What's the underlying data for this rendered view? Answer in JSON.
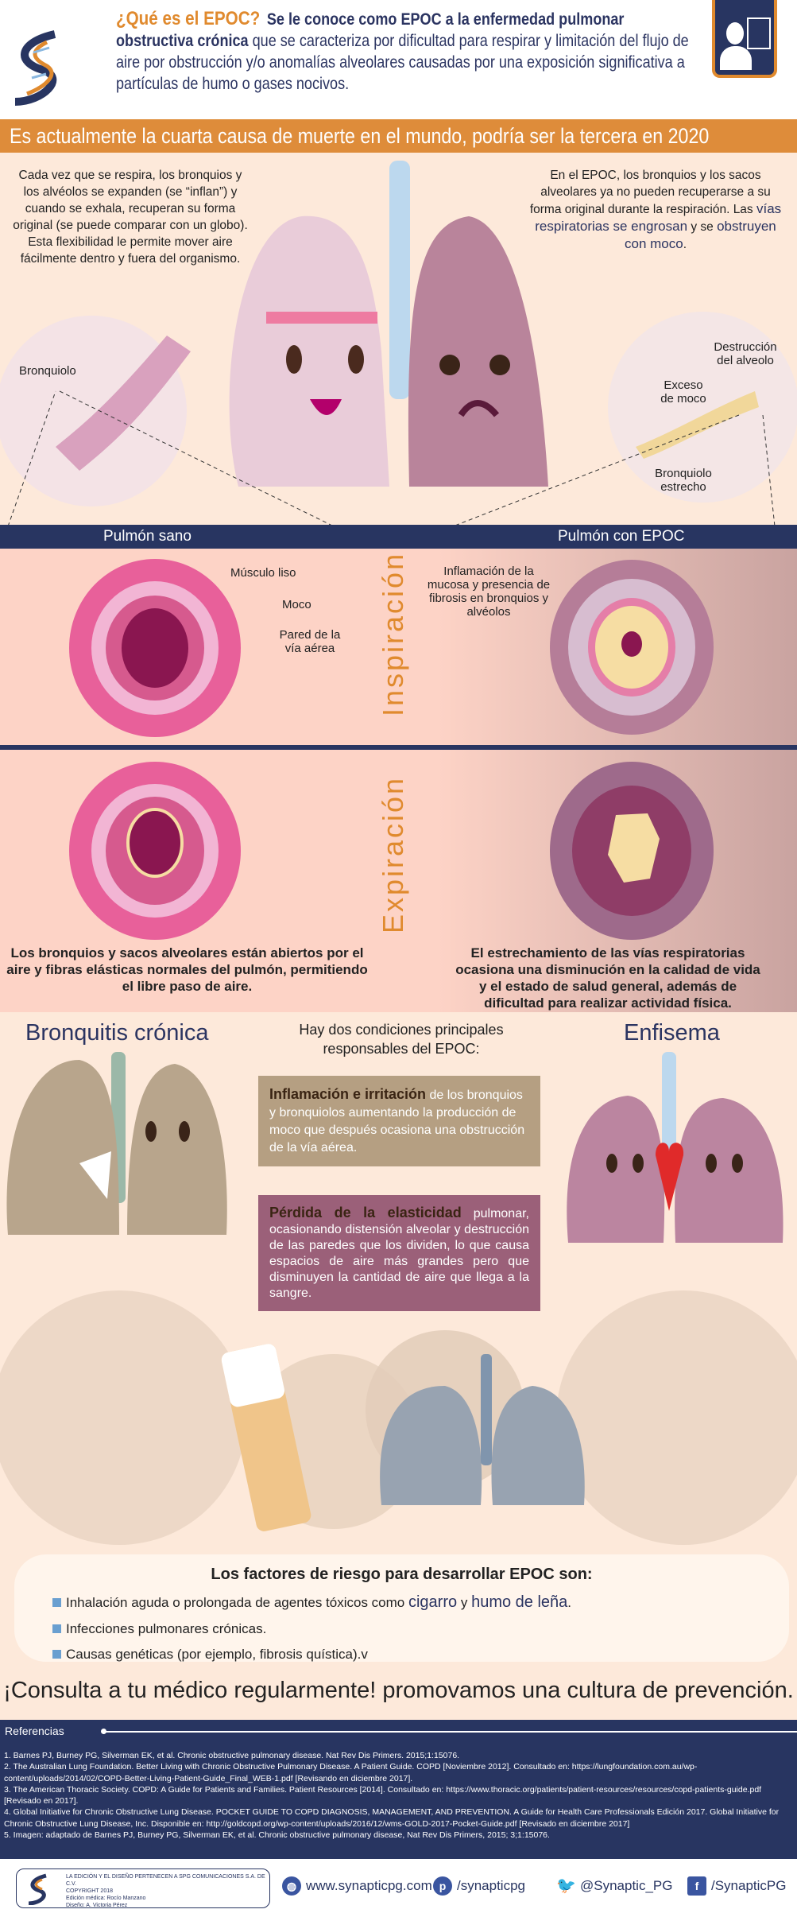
{
  "header": {
    "title": "¿Qué es el EPOC?",
    "intro_bold1": "Se le conoce como EPOC a la  enfermedad pulmonar obstructiva crónica",
    "intro_rest": " que se caracteriza por dificultad para respirar y limitación del flujo de aire por obstrucción y/o anomalías alveolares causadas por una exposición significativa a partículas de humo o gases nocivos."
  },
  "banner": "Es actualmente la cuarta causa de muerte en el mundo, podría ser la tercera en 2020",
  "lungs": {
    "left_text": "Cada vez que se respira, los bronquios y los alvéolos se expanden (se “inflan”) y cuando se exhala, recuperan su forma original (se puede comparar  con un globo). Esta flexibilidad le permite mover aire fácilmente dentro y fuera del organismo.",
    "right_text_a": "En el EPOC, los bronquios y los sacos alveolares ya no pueden recuperarse a su forma original durante la respiración.  Las ",
    "right_hl1": "vías respiratorias se engrosan",
    "right_text_b": " y se ",
    "right_hl2": "obstruyen con moco",
    "right_text_c": ".",
    "label_bronquiolo": "Bronquiolo",
    "label_destruccion": "Destrucción del alveolo",
    "label_exceso": "Exceso de moco",
    "label_estrecho": "Bronquiolo estrecho"
  },
  "comparison": {
    "healthy_title": "Pulmón sano",
    "copd_title": "Pulmón con EPOC",
    "inspiration": "Inspiración",
    "expiration": "Expiración",
    "label_musculo": "Músculo liso",
    "label_moco": "Moco",
    "label_pared": "Pared de la vía aérea",
    "label_inflamacion": "Inflamación de la mucosa y presencia de fibrosis en bronquios y alvéolos",
    "healthy_caption": "Los bronquios y sacos alveolares están abiertos por el aire y fibras elásticas normales del pulmón, permitiendo el libre paso de aire.",
    "copd_caption": "El estrechamiento de las vías respiratorias ocasiona una disminución en la calidad de vida y el estado de salud general, además de dificultad para realizar actividad física."
  },
  "conditions": {
    "bronquitis_title": "Bronquitis crónica",
    "enfisema_title": "Enfisema",
    "intro": "Hay dos condiciones principales responsables del EPOC:",
    "box1_bold": "Inflamación e irritación",
    "box1_text": " de los bronquios y bronquiolos aumentando la producción de moco que después ocasiona una obstrucción de la vía aérea.",
    "box2_bold": "Pérdida de la elasticidad",
    "box2_text": " pulmonar, ocasionando distensión alveolar y destrucción de las paredes que los dividen, lo que causa espacios de aire más grandes pero que disminuyen la cantidad de aire que llega a la sangre."
  },
  "risk": {
    "title": "Los factores de riesgo para desarrollar EPOC son:",
    "item1_a": "Inhalación aguda o prolongada de agentes tóxicos como ",
    "item1_hl1": "cigarro",
    "item1_b": " y ",
    "item1_hl2": "humo de leña",
    "item1_c": ".",
    "item2": "Infecciones pulmonares crónicas.",
    "item3": "Causas genéticas (por ejemplo, fibrosis quística).v"
  },
  "cta": "¡Consulta a tu médico regularmente! promovamos una cultura de prevención.",
  "references": {
    "title": "Referencias",
    "items": [
      "1. Barnes PJ, Burney PG, Silverman EK, et al. Chronic obstructive pulmonary disease. Nat Rev Dis Primers. 2015;1:15076.",
      "2. The Australian Lung Foundation. Better Living with Chronic Obstructive Pulmonary Disease. A Patient Guide. COPD [Noviembre 2012]. Consultado en: https://lungfoundation.com.au/wp-content/uploads/2014/02/COPD-Better-Living-Patient-Guide_Final_WEB-1.pdf [Revisando en diciembre 2017].",
      "3. The American Thoracic Society. COPD: A Guide for Patients and Families. Patient Resources [2014]. Consultado en: https://www.thoracic.org/patients/patient-resources/resources/copd-patients-guide.pdf [Revisado en 2017].",
      "4. Global Initiative for Chronic Obstructive Lung Disease. POCKET GUIDE TO COPD DIAGNOSIS, MANAGEMENT, AND PREVENTION. A Guide for Health Care Professionals  Edición 2017. Global Initiative for Chronic Obstructive Lung Disease, Inc. Disponible en: http://goldcopd.org/wp-content/uploads/2016/12/wms-GOLD-2017-Pocket-Guide.pdf [Revisado en diciembre 2017]",
      "5. Imagen: adaptado de Barnes PJ, Burney PG, Silverman EK, et al. Chronic obstructive pulmonary disease, Nat Rev Dis Primers, 2015; 3;1:15076."
    ]
  },
  "footer": {
    "credit1": "LA EDICIÓN Y EL DISEÑO PERTENECEN A SPG COMUNICACIONES S.A. DE C.V.",
    "credit2": "COPYRIGHT 2018",
    "credit3": "Edición médica: Rocío Manzano",
    "credit4": "Diseño: A. Victoria Pérez",
    "website": "www.synapticpg.com",
    "pinterest": "/synapticpg",
    "twitter": "@Synaptic_PG",
    "facebook": "/SynapticPG"
  }
}
